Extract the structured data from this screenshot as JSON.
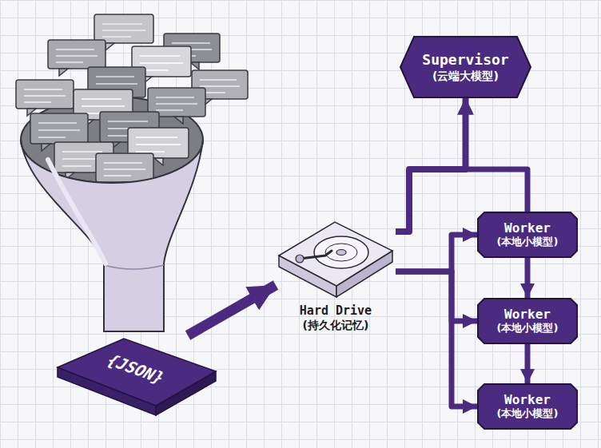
{
  "diagram": {
    "nodes": [
      {
        "text": [
          "{JSON}"
        ]
      },
      {
        "text": [
          "Hard Drive",
          "(持久化记忆)"
        ]
      },
      {
        "text": [
          "Supervisor",
          "(云端大模型)"
        ]
      },
      {
        "text": [
          "Worker",
          "(本地小模型)"
        ]
      },
      {
        "text": [
          "Worker",
          "(本地小模型)"
        ]
      },
      {
        "text": [
          "Worker",
          "(本地小模型)"
        ]
      }
    ],
    "edges": [
      {
        "from": 0,
        "to": 1,
        "arrow": "to"
      },
      {
        "from": 1,
        "to": 2,
        "arrow": "to"
      },
      {
        "from": 1,
        "to": 3,
        "arrow": "to"
      },
      {
        "from": 1,
        "to": 4,
        "arrow": "to"
      },
      {
        "from": 1,
        "to": 5,
        "arrow": "to"
      },
      {
        "from": 3,
        "to": 4,
        "arrow": "to"
      },
      {
        "from": 4,
        "to": 5,
        "arrow": "to"
      },
      {
        "from": 3,
        "to": 2,
        "arrow": "to"
      }
    ]
  }
}
